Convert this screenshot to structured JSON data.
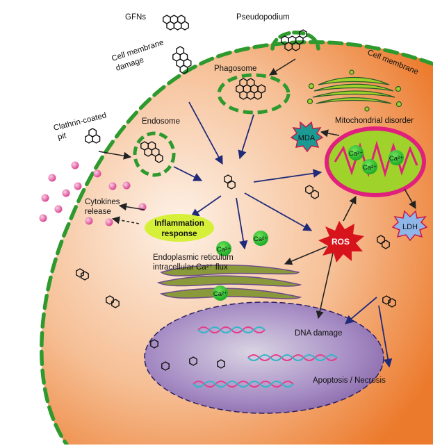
{
  "labels": {
    "gfns": "GFNs",
    "pseudopodium": "Pseudopodium",
    "cell_membrane_damage_1": "Cell membrane",
    "cell_membrane_damage_2": "damage",
    "phagosome": "Phagosome",
    "cell_membrane": "Cell membrane",
    "clathrin_1": "Clathrin-coated",
    "clathrin_2": "pit",
    "endosome": "Endosome",
    "mitochondrial_disorder": "Mitochondrial disorder",
    "mda": "MDA",
    "ca2": "Ca²⁺",
    "cytokines_1": "Cytokines",
    "cytokines_2": "release",
    "inflammation_1": "Inflammation",
    "inflammation_2": "response",
    "ros": "ROS",
    "ldh": "LDH",
    "er_1": "Endoplasmic reticulum",
    "er_2": "intracellular Ca²⁺ flux",
    "dna_damage": "DNA damage",
    "apoptosis": "Apoptosis / Necrosis"
  },
  "colors": {
    "membrane": "#2e9a2e",
    "arrow": "#1f2a7a",
    "cytoplasm_center": "#fbe6d4",
    "cytoplasm_edge": "#ec7a2c",
    "mitochondria_outer": "#e0207c",
    "mitochondria_inner": "#9fd22a",
    "ca_ion": "#1fbf2a",
    "ros": "#d7141c",
    "mda": "#1a9a92",
    "ldh": "#8fb6e8",
    "inflammation": "#d6f03a",
    "nucleus": "#8f6bb0",
    "cytokine": "#e0559c"
  }
}
